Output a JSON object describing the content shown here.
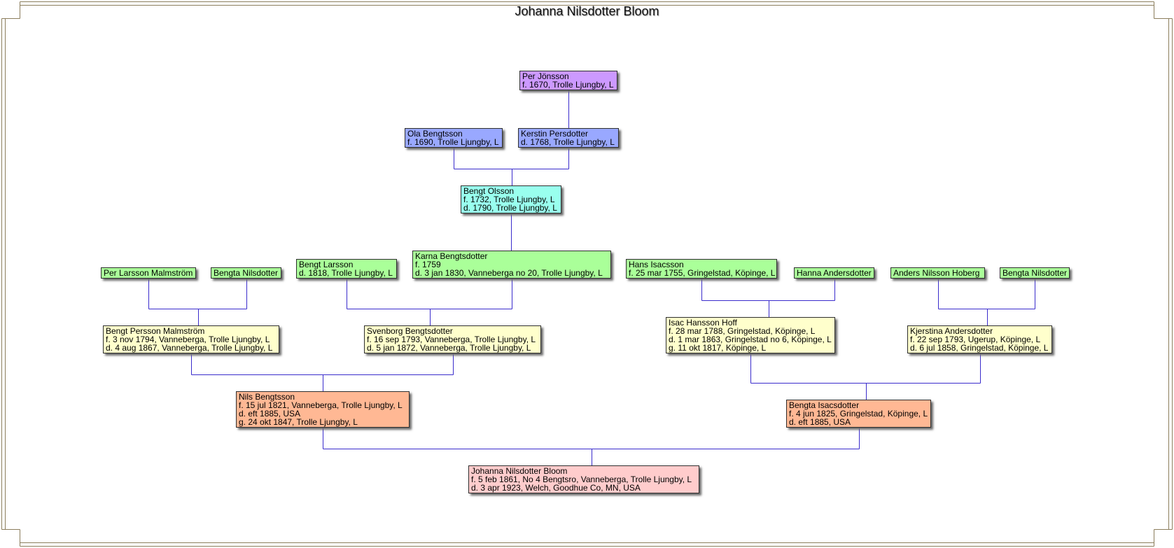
{
  "title": "Johanna Nilsdotter Bloom",
  "colors": {
    "line": "#3a2ccc",
    "frame": "#8b7d5c",
    "gen0": "#ffcccc",
    "gen1": "#ffb894",
    "gen2": "#ffffcc",
    "gen3": "#aaff99",
    "gen4": "#99ffee",
    "gen5": "#99a8ff",
    "gen6": "#cc99ff"
  },
  "people": {
    "per_jonsson": {
      "lines": [
        "Per Jönsson",
        "f. 1670, Trolle Ljungby, L"
      ]
    },
    "ola_bengtsson": {
      "lines": [
        "Ola Bengtsson",
        "f. 1690, Trolle Ljungby, L"
      ]
    },
    "kerstin_persdotter": {
      "lines": [
        "Kerstin Persdotter",
        "d. 1768, Trolle Ljungby, L"
      ]
    },
    "bengt_olsson": {
      "lines": [
        "Bengt Olsson",
        "f. 1732, Trolle Ljungby, L",
        "d. 1790, Trolle Ljungby, L"
      ]
    },
    "per_larsson_malmstrom": {
      "lines": [
        "Per Larsson Malmström"
      ]
    },
    "bengta_nilsdotter_1": {
      "lines": [
        "Bengta Nilsdotter"
      ]
    },
    "bengt_larsson": {
      "lines": [
        "Bengt Larsson",
        "d. 1818, Trolle Ljungby, L"
      ]
    },
    "karna_bengtsdotter": {
      "lines": [
        "Karna Bengtsdotter",
        "f. 1759",
        "d. 3 jan 1830, Vanneberga no 20, Trolle Ljungby, L"
      ]
    },
    "hans_isacsson": {
      "lines": [
        "Hans Isacsson",
        "f. 25 mar 1755, Gringelstad, Köpinge, L"
      ]
    },
    "hanna_andersdotter": {
      "lines": [
        "Hanna Andersdotter"
      ]
    },
    "anders_nilsson_hoberg": {
      "lines": [
        "Anders Nilsson Hoberg"
      ]
    },
    "bengta_nilsdotter_2": {
      "lines": [
        "Bengta Nilsdotter"
      ]
    },
    "bengt_persson_malmstrom": {
      "lines": [
        "Bengt Persson Malmström",
        "f. 3 nov 1794, Vanneberga, Trolle Ljungby, L",
        "d. 4 aug 1867, Vanneberga, Trolle Ljungby, L"
      ]
    },
    "svenborg_bengtsdotter": {
      "lines": [
        "Svenborg Bengtsdotter",
        "f. 16 sep 1793, Vanneberga, Trolle Ljungby, L",
        "d. 5 jan 1872, Vanneberga, Trolle Ljungby, L"
      ]
    },
    "isac_hansson_hoff": {
      "lines": [
        "Isac Hansson Hoff",
        "f. 28 mar 1788, Gringelstad, Köpinge, L",
        "d. 1 mar 1863, Gringelstad no 6, Köpinge, L",
        "g. 11 okt 1817, Köpinge, L"
      ]
    },
    "kjerstina_andersdotter": {
      "lines": [
        "Kjerstina Andersdotter",
        "f. 22 sep 1793, Ugerup, Köpinge, L",
        "d. 6 jul 1858, Gringelstad, Köpinge, L"
      ]
    },
    "nils_bengtsson": {
      "lines": [
        "Nils Bengtsson",
        "f. 15 jul 1821, Vanneberga, Trolle Ljungby, L",
        "d. eft 1885, USA",
        "g. 24 okt 1847, Trolle Ljungby, L"
      ]
    },
    "bengta_isacsdotter": {
      "lines": [
        "Bengta Isacsdotter",
        "f. 4 jun 1825, Gringelstad, Köpinge, L",
        "d. eft 1885, USA"
      ]
    },
    "johanna_nilsdotter_bloom": {
      "lines": [
        "Johanna Nilsdotter Bloom",
        "f. 5 feb 1861, No 4 Bengtsro, Vanneberga, Trolle Ljungby, L",
        "d. 3 apr 1923, Welch, Goodhue Co, MN, USA"
      ]
    }
  }
}
